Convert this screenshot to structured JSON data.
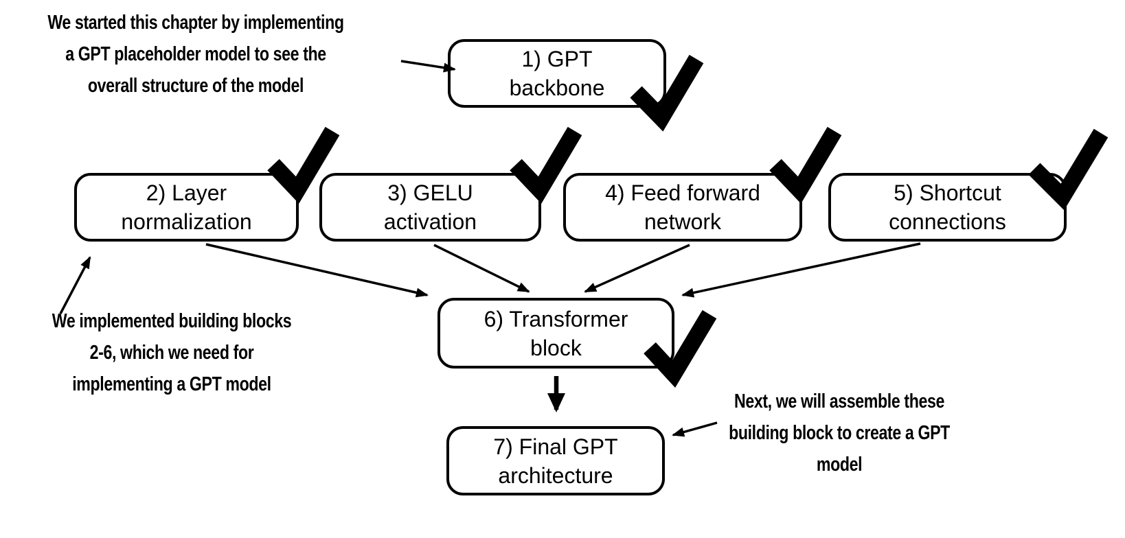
{
  "figure": {
    "background": "#ffffff",
    "ink_color": "#000000",
    "box_fill": "#ffffff",
    "icons": {
      "done_marker": "checkmark"
    },
    "boxes": [
      {
        "id": "gpt-backbone",
        "label": "1) GPT\nbackbone",
        "checked": true
      },
      {
        "id": "layer-normalization",
        "label": "2) Layer\nnormalization",
        "checked": true
      },
      {
        "id": "gelu-activation",
        "label": "3) GELU\nactivation",
        "checked": true
      },
      {
        "id": "feed-forward-network",
        "label": "4) Feed forward\nnetwork",
        "checked": true
      },
      {
        "id": "shortcut-connections",
        "label": "5) Shortcut\nconnections",
        "checked": true
      },
      {
        "id": "transformer-block",
        "label": "6) Transformer\nblock",
        "checked": true
      },
      {
        "id": "final-gpt-architecture",
        "label": "7) Final GPT\narchitecture",
        "checked": false
      }
    ],
    "annotations": [
      {
        "id": "intro-note",
        "text": "We started this chapter by implementing\na GPT placeholder model to see the\noverall structure of the model"
      },
      {
        "id": "building-blocks-note",
        "text": "We implemented building blocks\n2-6, which we need for\nimplementing a GPT model"
      },
      {
        "id": "next-step-note",
        "text": "Next, we will assemble these\nbuilding block to create a GPT\nmodel"
      }
    ]
  }
}
